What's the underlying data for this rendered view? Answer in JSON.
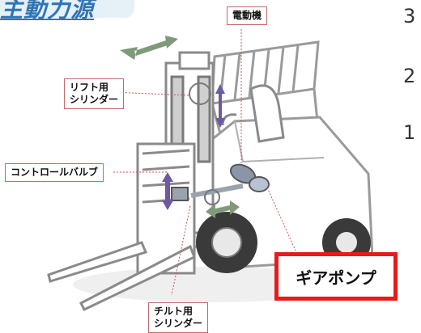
{
  "banner": {
    "title": "主動力源"
  },
  "labels": {
    "motor": "電動機",
    "lift_cylinder": "リフト用\nシリンダー",
    "control_valve": "コントロールバルブ",
    "tilt_cylinder": "チルト用\nシリンダー",
    "gear_pump": "ギアポンプ"
  },
  "side_numbers": [
    "3",
    "2",
    "1"
  ],
  "colors": {
    "label_border": "#c46a6a",
    "highlight": "#e81a1a",
    "arrow_green": "#7f9a7b",
    "arrow_purple": "#6d5aa0",
    "banner_text": "#2f75b5"
  }
}
